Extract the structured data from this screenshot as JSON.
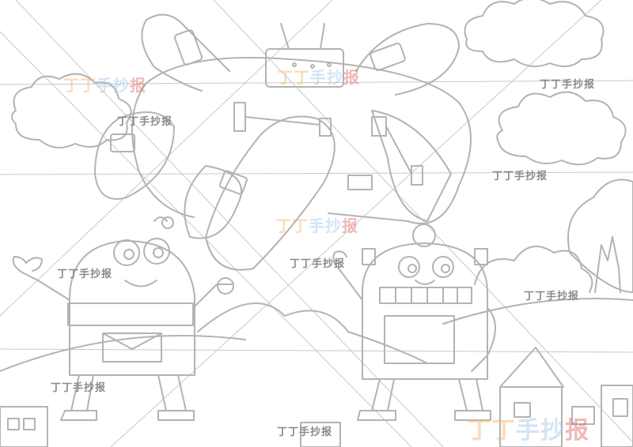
{
  "watermark": {
    "text": "丁丁手抄报",
    "logo_parts": [
      "丁丁",
      "手抄",
      "报"
    ],
    "colors": {
      "accent_orange": "#f6b26b",
      "accent_blue": "#9fc5e8",
      "accent_red": "#e06666",
      "gray": "#8a8a8a"
    }
  },
  "scene": {
    "line_color": "#b3b3b3",
    "background": "#ffffff"
  }
}
